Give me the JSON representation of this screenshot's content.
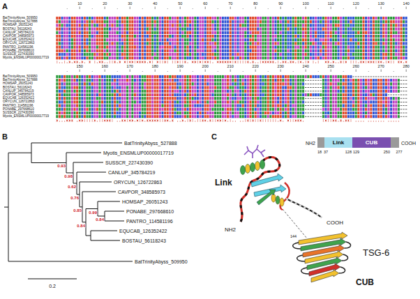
{
  "diagram": {
    "nodes": [
      {
        "text": [
          "Link"
        ]
      },
      {
        "text": [
          "CUB"
        ]
      }
    ],
    "labels": [
      "A",
      "10",
      "20",
      "30",
      "40",
      "50",
      "60",
      "70",
      "80",
      "90",
      "100",
      "110",
      "120",
      "130",
      "140",
      "BatTrinityAbyss_509950",
      "BatTrinityAbyss_527888",
      "HOMSAP_26051243",
      "BOSTAU_56118243",
      "CANLUP_345784219",
      "CAVPOR_348585973",
      "EQUCAB_126352422",
      "ORYCUN_126722863",
      "PANTRO_114581196",
      "PONABE_297668610",
      "SUSSCR_227430390",
      "Myotis_ENSMLUP00000017719",
      "150",
      "160",
      "170",
      "180",
      "190",
      "200",
      "210",
      "220",
      "230",
      "240",
      "250",
      "260",
      "270",
      "280",
      "BatTrinityAbyss_509950",
      "BatTrinityAbyss_527888",
      "HOMSAP_26051243",
      "BOSTAU_56118243",
      "CANLUP_345784219",
      "CAVPOR_348585973",
      "EQUCAB_126352422",
      "ORYCUN_126722863",
      "PANTRO_114581196",
      "PONABE_297668610",
      "SUSSCR_227430390",
      "Myotis_ENSMLUP00000017719",
      "B",
      "BatTrinityAbyss_527888",
      "Myotis_ENSMLUP00000017719",
      "SUSSCR_227430390",
      "CANLUP_345784219",
      "ORYCUN_126722863",
      "CAVPOR_348585973",
      "HOMSAP_26051243",
      "PONABE_297668610",
      "PANTRO_114581196",
      "EQUCAB_126352422",
      "BOSTAU_56118243",
      "BatTrinityAbyss_509950",
      "0.93",
      "0.98",
      "0.62",
      "0.76",
      "0.85",
      "0.84",
      "0.99",
      "0.84",
      "0.2",
      "C",
      "Link",
      "NH2",
      "COOH",
      "TSG-6",
      "CUB",
      "144",
      "NH2",
      "COOH",
      "18",
      "37",
      "128",
      "129",
      "250",
      "277"
    ]
  }
}
